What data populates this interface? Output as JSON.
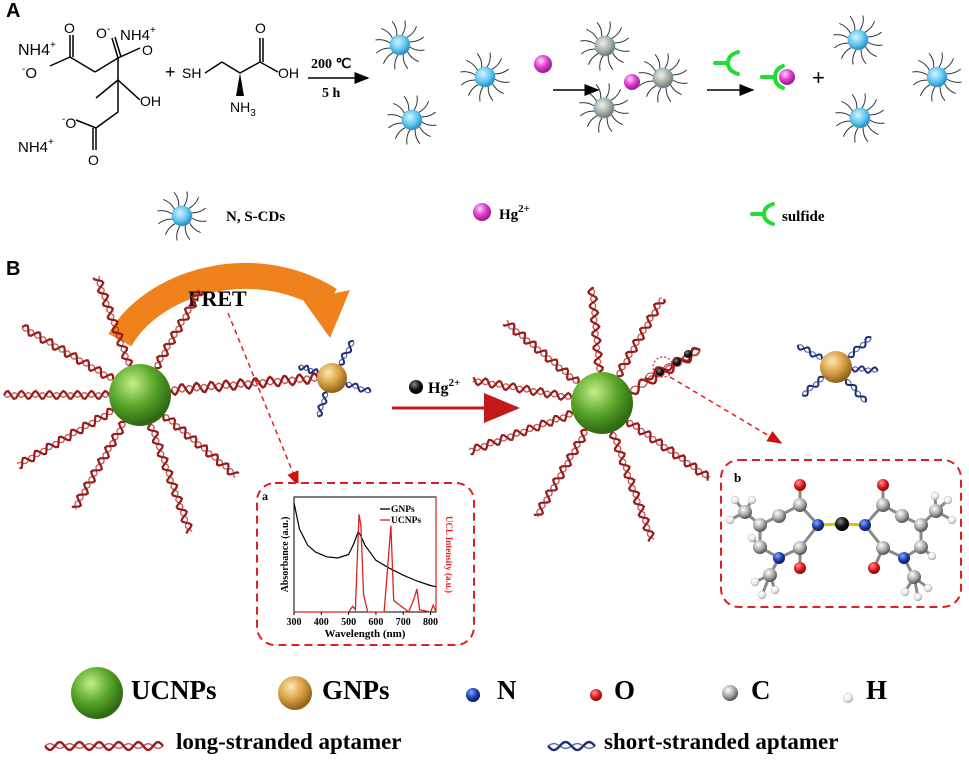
{
  "panel_a": {
    "label": "A",
    "reagents": {
      "nh4": "NH4",
      "oh": "OH",
      "o": "O",
      "sh": "SH",
      "nh3": "NH3",
      "plus": "+"
    },
    "condition_temp": "200 ℃",
    "condition_time": "5 h",
    "legend": {
      "cd_label": "N, S-CDs",
      "hg_label": "Hg",
      "hg_charge": "2+",
      "sulfide_label": "sulfide"
    },
    "plus_sign": "+"
  },
  "panel_b": {
    "label": "B",
    "fret_label": "FRET",
    "hg_label": "Hg",
    "hg_charge": "2+",
    "inset_a": {
      "label": "a",
      "xlabel": "Wavelength (nm)",
      "ylabel_left": "Absorbance (a.u.)",
      "ylabel_right": "UCL Intensity (a.u.)",
      "xticks": [
        "300",
        "400",
        "500",
        "600",
        "700",
        "800"
      ],
      "legend": [
        "GNPs",
        "UCNPs"
      ]
    },
    "inset_b": {
      "label": "b"
    }
  },
  "legend": {
    "ucnps": "UCNPs",
    "gnps": "GNPs",
    "n": "N",
    "o": "O",
    "c": "C",
    "h": "H",
    "long_aptamer": "long-stranded aptamer",
    "short_aptamer": "short-stranded aptamer"
  },
  "colors": {
    "cd_core": "#5fc8f0",
    "hg": "#e23fd0",
    "sulfide": "#22dd33",
    "ucnp": "#5aa82a",
    "gnp": "#d9a347",
    "aptamer_long": "#9b1a1a",
    "aptamer_short": "#1d2f7a",
    "inset_border": "#e02020",
    "fret_arrow": "#f0821e"
  },
  "chart_data": {
    "type": "line",
    "title": "",
    "xlabel": "Wavelength (nm)",
    "ylabel": "Absorbance (a.u.)",
    "y2label": "UCL Intensity (a.u.)",
    "xlim": [
      300,
      820
    ],
    "series": [
      {
        "name": "GNPs",
        "x": [
          300,
          320,
          350,
          380,
          420,
          460,
          500,
          520,
          535,
          545,
          560,
          600,
          650,
          700,
          750,
          800,
          820
        ],
        "values": [
          0.95,
          0.72,
          0.58,
          0.52,
          0.48,
          0.47,
          0.5,
          0.6,
          0.7,
          0.66,
          0.58,
          0.45,
          0.38,
          0.32,
          0.27,
          0.23,
          0.22
        ]
      },
      {
        "name": "UCNPs",
        "x": [
          300,
          500,
          515,
          525,
          530,
          538,
          545,
          555,
          570,
          630,
          645,
          655,
          665,
          720,
          740,
          750,
          760,
          800,
          810,
          820
        ],
        "values": [
          0.0,
          0.0,
          0.05,
          0.02,
          0.35,
          0.85,
          0.75,
          0.15,
          0.0,
          0.0,
          0.45,
          0.75,
          0.1,
          0.0,
          0.12,
          0.2,
          0.02,
          0.0,
          0.06,
          0.0
        ]
      }
    ]
  }
}
